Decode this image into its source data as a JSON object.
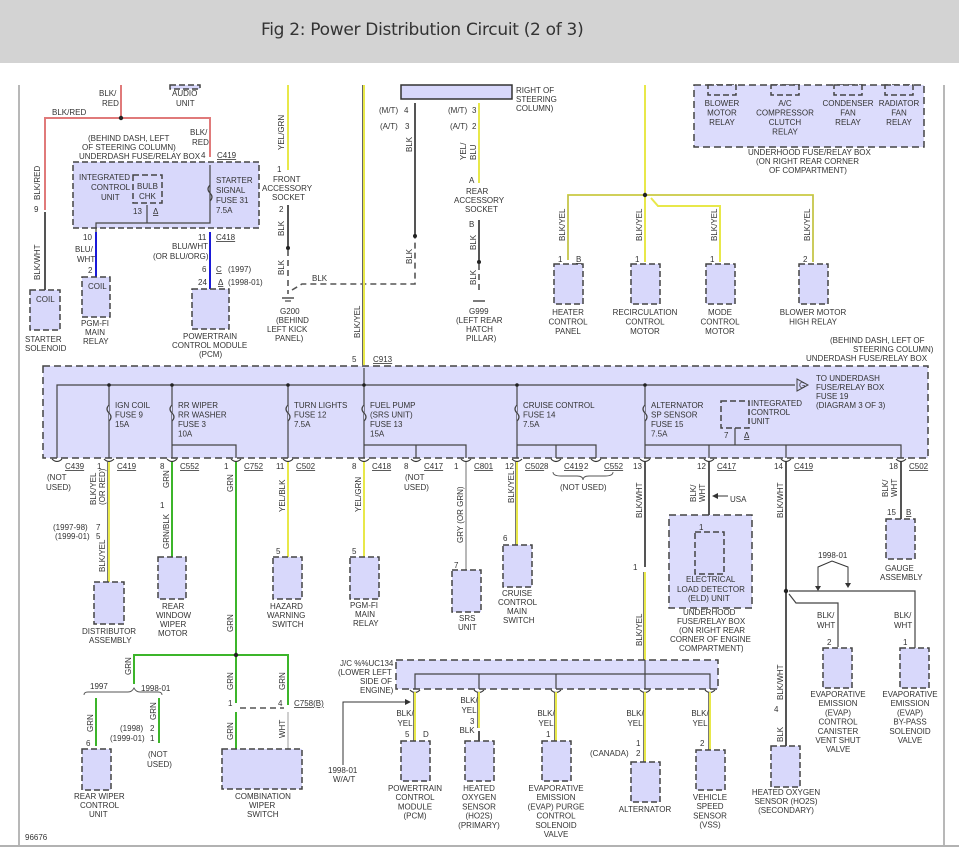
{
  "header": {
    "title": "Fig 2: Power Distribution Circuit (2 of 3)"
  },
  "footer": {
    "figure_id": "96676"
  },
  "colors": {
    "blk_red": "#e07a7a",
    "yel": "#e8e84a",
    "grn": "#3cb52a",
    "blu": "#1a1ad8",
    "blk": "#555555",
    "gry": "#b8b8b8",
    "box_fill": "#d8d8fb"
  },
  "top_left": {
    "blk_red_1": "BLK/",
    "blk_red_2": "RED",
    "audio_1": "AUDIO",
    "audio_2": "UNIT",
    "blk_red_h": "BLK/RED",
    "blk_red_v": "BLK/RED",
    "blk_red_b1": "BLK/",
    "blk_red_b2": "RED",
    "box_loc_1": "(BEHIND DASH, LEFT",
    "box_loc_2": "OF STEERING COLUMN)",
    "box_loc_3": "UNDERDASH FUSE/RELAY BOX",
    "pin4": "4",
    "c419": "C419",
    "icu_1": "INTEGRATED",
    "icu_2": "CONTROL",
    "icu_3": "UNIT",
    "bulb_1": "BULB",
    "bulb_2": "CHK",
    "pin13": "13",
    "delta": "Δ",
    "fuse31_1": "STARTER",
    "fuse31_2": "SIGNAL",
    "fuse31_3": "FUSE 31",
    "fuse31_4": "7.5A",
    "pin9": "9",
    "blk_wht": "BLK/WHT",
    "pin10": "10",
    "pin11": "11",
    "c418": "C418",
    "blu_wht_1": "BLU/",
    "blu_wht_2": "WHT",
    "blu_wht_or_1": "BLU/WHT",
    "blu_wht_or_2": "(OR BLU/ORG)",
    "pin6": "6",
    "c_1997": "C",
    "y1997": "(1997)",
    "pin24": "24",
    "y1998": "(1998-01)",
    "pin2": "2",
    "coil": "COIL",
    "coil2": "COIL",
    "starter_1": "STARTER",
    "starter_2": "SOLENOID",
    "pgm_1": "PGM-FI",
    "pgm_2": "MAIN",
    "pgm_3": "RELAY",
    "pcm_1": "POWERTRAIN",
    "pcm_2": "CONTROL MODULE",
    "pcm_3": "(PCM)"
  },
  "top_mid": {
    "yel_grn": "YEL/GRN",
    "pin1": "1",
    "fas_1": "FRONT",
    "fas_2": "ACCESSORY",
    "fas_3": "SOCKET",
    "pin2": "2",
    "blk": "BLK",
    "blk2": "BLK",
    "blk_h": "BLK",
    "g200_1": "G200",
    "g200_2": "(BEHIND",
    "g200_3": "LEFT KICK",
    "g200_4": "PANEL)",
    "mt4": "(M/T)",
    "mt4n": "4",
    "at3": "(A/T)",
    "at3n": "3",
    "mt3": "(M/T)",
    "mt3n": "3",
    "at2": "(A/T)",
    "at2n": "2",
    "blk_v": "BLK",
    "blk_v2": "BLK",
    "rs_1": "RIGHT OF",
    "rs_2": "STEERING",
    "rs_3": "COLUMN)",
    "yel_blu_1": "YEL/",
    "yel_blu_2": "BLU",
    "pinA": "A",
    "ras_1": "REAR",
    "ras_2": "ACCESSORY",
    "ras_3": "SOCKET",
    "pinB": "B",
    "blk_r1": "BLK",
    "blk_r2": "BLK",
    "g999_1": "G999",
    "g999_2": "(LEFT REAR",
    "g999_3": "HATCH",
    "g999_4": "PILLAR)",
    "blk_yel": "BLK/YEL",
    "pin5": "5",
    "c913": "C913"
  },
  "top_right": {
    "relays": [
      {
        "l1": "BLOWER",
        "l2": "MOTOR",
        "l3": "RELAY",
        "l4": ""
      },
      {
        "l1": "A/C",
        "l2": "COMPRESSOR",
        "l3": "CLUTCH",
        "l4": "RELAY"
      },
      {
        "l1": "CONDENSER",
        "l2": "FAN",
        "l3": "RELAY",
        "l4": ""
      },
      {
        "l1": "RADIATOR",
        "l2": "FAN",
        "l3": "RELAY",
        "l4": ""
      }
    ],
    "uh_1": "UNDERHOOD FUSE/RELAY BOX",
    "uh_2": "(ON RIGHT REAR CORNER",
    "uh_3": "OF COMPARTMENT)",
    "wire": "BLK/YEL",
    "loads": [
      {
        "pin": "1",
        "pin2": "B",
        "l1": "HEATER",
        "l2": "CONTROL",
        "l3": "PANEL"
      },
      {
        "pin": "1",
        "pin2": "",
        "l1": "RECIRCULATION",
        "l2": "CONTROL",
        "l3": "MOTOR"
      },
      {
        "pin": "1",
        "pin2": "",
        "l1": "MODE",
        "l2": "CONTROL",
        "l3": "MOTOR"
      },
      {
        "pin": "2",
        "pin2": "",
        "l1": "BLOWER MOTOR",
        "l2": "HIGH RELAY",
        "l3": ""
      }
    ],
    "ud_1": "(BEHIND DASH, LEFT OF",
    "ud_2": "STEERING COLUMN)",
    "ud_3": "UNDERDASH FUSE/RELAY BOX"
  },
  "fuse_box": {
    "fuses": [
      {
        "l1": "IGN COIL",
        "l2": "FUSE 9",
        "l3": "15A",
        "l4": ""
      },
      {
        "l1": "RR WIPER",
        "l2": "RR WASHER",
        "l3": "FUSE 3",
        "l4": "10A"
      },
      {
        "l1": "TURN LIGHTS",
        "l2": "FUSE 12",
        "l3": "7.5A",
        "l4": ""
      },
      {
        "l1": "FUEL PUMP",
        "l2": "(SRS UNIT)",
        "l3": "FUSE 13",
        "l4": "15A"
      },
      {
        "l1": "CRUISE CONTROL",
        "l2": "FUSE 14",
        "l3": "7.5A",
        "l4": ""
      },
      {
        "l1": "ALTERNATOR",
        "l2": "SP SENSOR",
        "l3": "FUSE 15",
        "l4": "7.5A"
      }
    ],
    "icu_1": "INTEGRATED",
    "icu_2": "CONTROL",
    "icu_3": "UNIT",
    "icu_pin": "7",
    "delta": "Δ",
    "g_label": "G",
    "to_1": "TO UNDERDASH",
    "to_2": "FUSE/RELAY BOX",
    "to_3": "FUSE 19",
    "to_4": "(DIAGRAM 3 OF 3)",
    "connectors": [
      {
        "pin": "",
        "name": "C439"
      },
      {
        "pin": "1",
        "name": "C419"
      },
      {
        "pin": "8",
        "name": "C552"
      },
      {
        "pin": "1",
        "name": "C752"
      },
      {
        "pin": "11",
        "name": "C502"
      },
      {
        "pin": "8",
        "name": "C418"
      },
      {
        "pin": "8",
        "name": "C417"
      },
      {
        "pin": "1",
        "name": "C801"
      },
      {
        "pin": "12",
        "name": "C502"
      },
      {
        "pin": "8",
        "name": "C419"
      },
      {
        "pin": "2",
        "name": "C552"
      },
      {
        "pin": "13",
        "name": ""
      },
      {
        "pin": "12",
        "name": "C417"
      },
      {
        "pin": "14",
        "name": "C419"
      },
      {
        "pin": "18",
        "name": "C502"
      }
    ],
    "not_used": "(NOT USED)",
    "not_used_1": "(NOT",
    "not_used_2": "USED)"
  },
  "mid_loads": {
    "w_blkyel_1": "BLK/YEL",
    "w_blkyel_2": "(OR RED)",
    "y9798": "(1997-98)",
    "p7": "7",
    "y9901": "(1999-01)",
    "p5": "5",
    "w_blkyel": "BLK/YEL",
    "dist_1": "DISTRIBUTOR",
    "dist_2": "ASSEMBLY",
    "grn": "GRN",
    "p1": "1",
    "grn_blk": "GRN/BLK",
    "rww_1": "REAR",
    "rww_2": "WINDOW",
    "rww_3": "WIPER",
    "rww_4": "MOTOR",
    "grn_v": "GRN",
    "grn_v2": "GRN",
    "yel_blk": "YEL/BLK",
    "hz_p": "5",
    "hz_1": "HAZARD",
    "hz_2": "WARNING",
    "hz_3": "SWITCH",
    "yel_grn": "YEL/GRN",
    "pg_p": "5",
    "pg_1": "PGM-FI",
    "pg_2": "MAIN",
    "pg_3": "RELAY",
    "gry": "GRY (OR GRN)",
    "srs_p": "7",
    "srs_1": "SRS",
    "srs_2": "UNIT",
    "cc_w": "BLK/YEL",
    "cc_p": "6",
    "cc_1": "CRUISE",
    "cc_2": "CONTROL",
    "cc_3": "MAIN",
    "cc_4": "SWITCH",
    "bw13": "BLK/WHT",
    "p1b": "1",
    "by_low": "BLK/YEL",
    "bw12_1": "BLK/",
    "bw12_2": "WHT",
    "usa": "USA",
    "eld_p": "1",
    "eld_1": "ELECTRICAL",
    "eld_2": "LOAD DETECTOR",
    "eld_3": "(ELD) UNIT",
    "uh_1": "UNDERHOOD",
    "uh_2": "FUSE/RELAY BOX",
    "uh_3": "(ON RIGHT REAR",
    "uh_4": "CORNER OF ENGINE",
    "uh_5": "COMPARTMENT)",
    "bw14": "BLK/WHT",
    "bw14b": "BLK/WHT",
    "bw18_1": "BLK/",
    "bw18_2": "WHT",
    "ga_p": "15",
    "ga_p2": "B",
    "ga_1": "GAUGE",
    "ga_2": "ASSEMBLY",
    "y9801": "1998-01",
    "ev1_w1": "BLK/",
    "ev1_w2": "WHT",
    "ev1_p": "2",
    "ev2_w1": "BLK/",
    "ev2_w2": "WHT",
    "ev2_p": "1",
    "ev1": [
      "EVAPORATIVE",
      "EMISSION",
      "(EVAP)",
      "CONTROL",
      "CANISTER",
      "VENT SHUT",
      "VALVE"
    ],
    "ev2": [
      "EVAPORATIVE",
      "EMISSION",
      "(EVAP)",
      "BY-PASS",
      "SOLENOID",
      "VALVE"
    ],
    "ho_p": "4",
    "ho_w": "BLK",
    "ho": [
      "HEATED OXYGEN",
      "SENSOR (HO2S)",
      "(SECONDARY)"
    ]
  },
  "bottom": {
    "grn": "GRN",
    "y1997": "1997",
    "y9801": "1998-01",
    "grn_a": "GRN",
    "p6": "6",
    "rwc_1": "REAR WIPER",
    "rwc_2": "CONTROL",
    "rwc_3": "UNIT",
    "grn_b": "GRN",
    "y1998": "(1998)",
    "p2": "2",
    "y9901": "(1999-01)",
    "p1": "1",
    "nu_1": "(NOT",
    "nu_2": "USED)",
    "grn_c": "GRN",
    "grn_d": "GRN",
    "grn_e": "GRN",
    "wht": "WHT",
    "p1c": "1",
    "p4c": "4",
    "c758": "C758(B)",
    "cws_1": "COMBINATION",
    "cws_2": "WIPER",
    "cws_3": "SWITCH",
    "jc_1": "J/C %%UC134",
    "jc_2": "(LOWER LEFT",
    "jc_3": "SIDE OF",
    "jc_4": "ENGINE)",
    "wat_1": "1998-01",
    "wat_2": "W/A/T",
    "by1": "BLK/",
    "by2": "YEL",
    "pcm_p": "5",
    "pcm_p2": "D",
    "pcm": [
      "POWERTRAIN",
      "CONTROL",
      "MODULE",
      "(PCM)"
    ],
    "ho_p": "3",
    "ho_blk": "BLK",
    "ho": [
      "HEATED",
      "OXYGEN",
      "SENSOR",
      "(HO2S)",
      "(PRIMARY)"
    ],
    "evp_p": "1",
    "evp": [
      "EVAPORATIVE",
      "EMISSION",
      "(EVAP) PURGE",
      "CONTROL",
      "SOLENOID",
      "VALVE"
    ],
    "alt_p1": "1",
    "canada": "(CANADA)",
    "alt_p2": "2",
    "alt": "ALTERNATOR",
    "vss_p": "2",
    "vss": [
      "VEHICLE",
      "SPEED",
      "SENSOR",
      "(VSS)"
    ]
  }
}
